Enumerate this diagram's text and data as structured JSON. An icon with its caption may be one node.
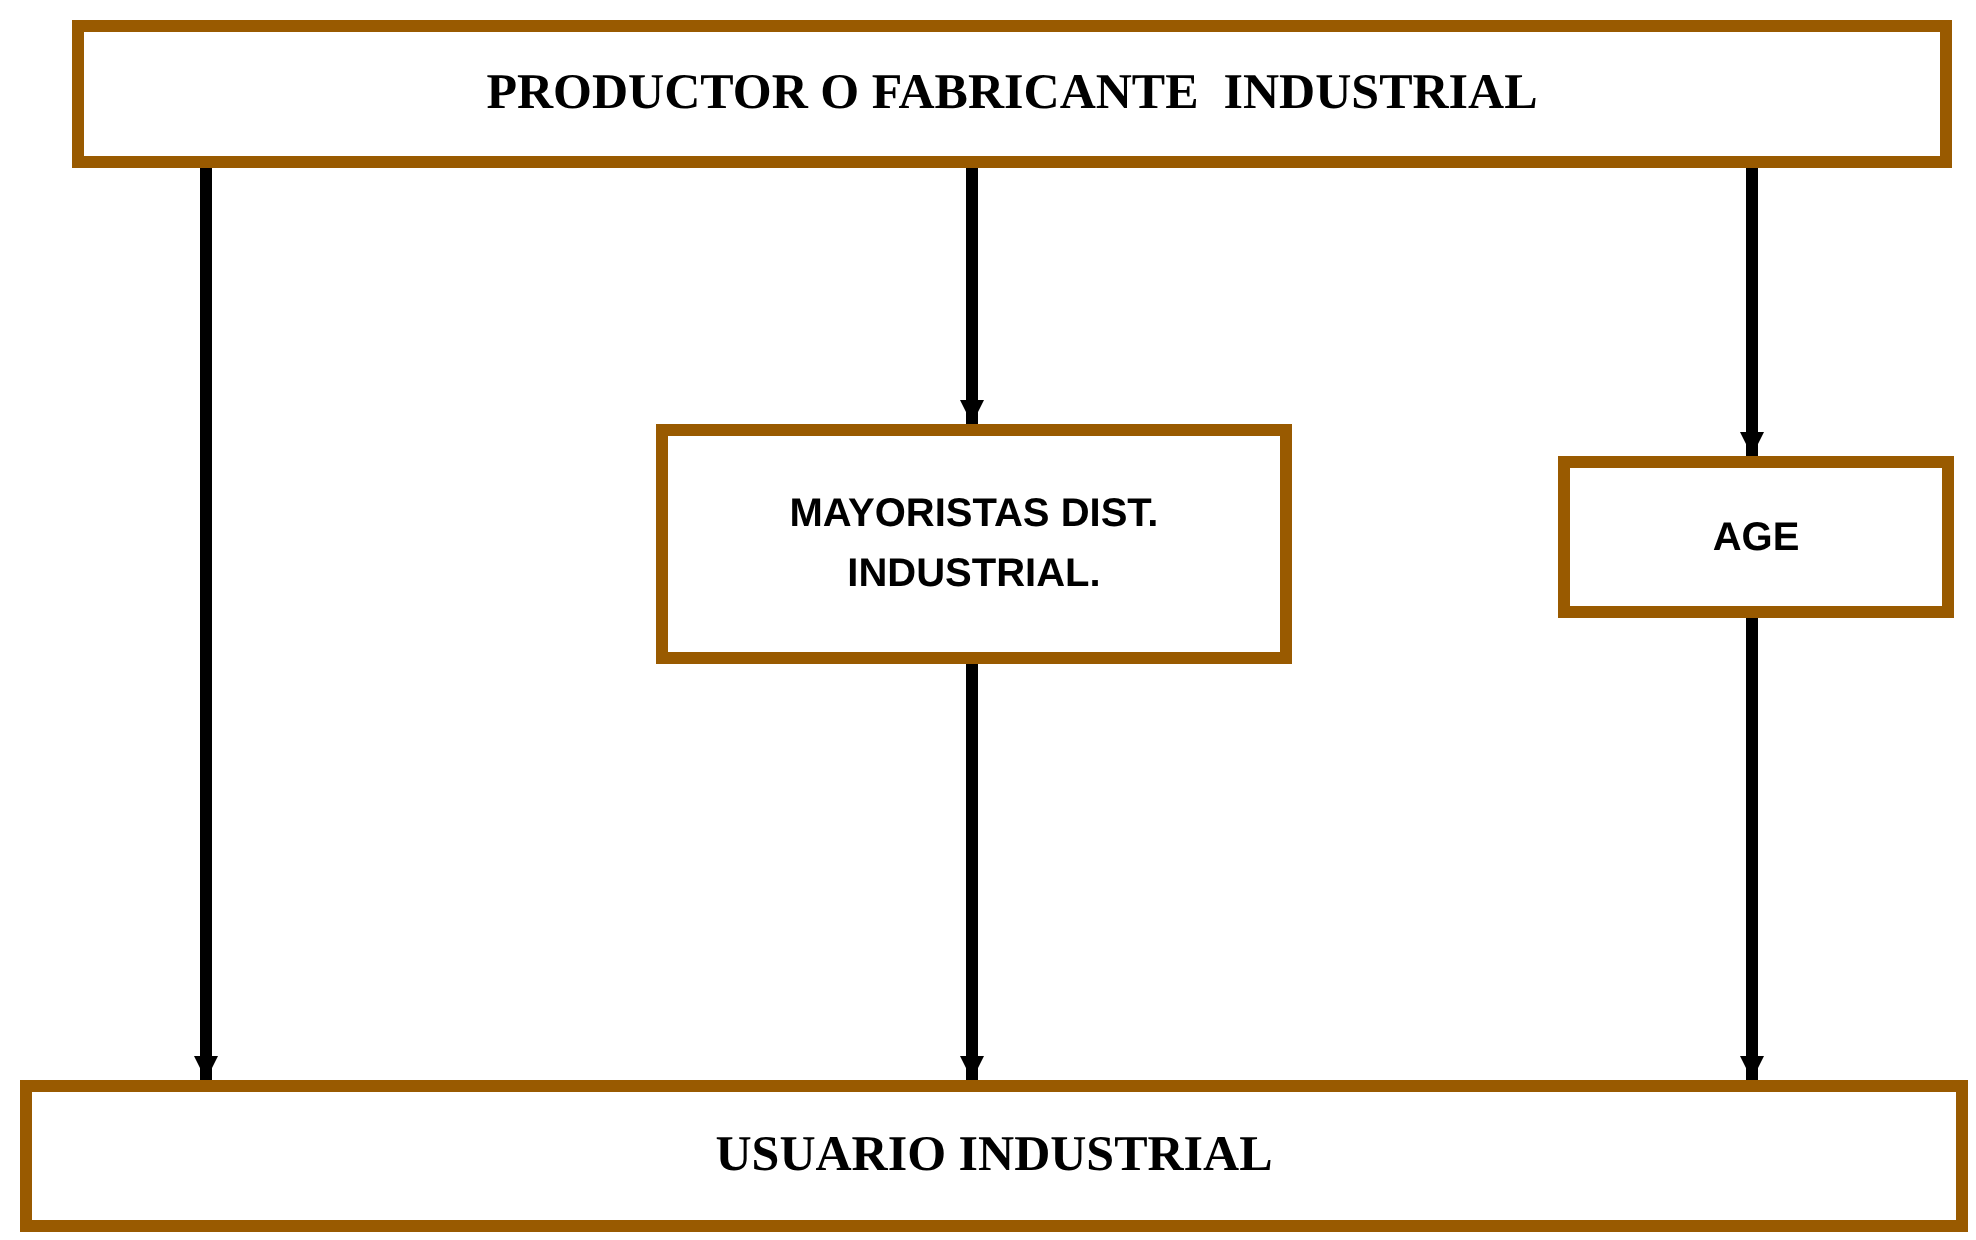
{
  "diagram": {
    "nodes": [
      {
        "text": [
          "PRODUCTOR O FABRICANTE  INDUSTRIAL"
        ]
      },
      {
        "text": [
          "MAYORISTAS DIST. INDUSTRIAL."
        ]
      },
      {
        "text": [
          "AGE"
        ]
      },
      {
        "text": [
          "USUARIO INDUSTRIAL"
        ]
      }
    ],
    "edges": [
      {
        "from": 0,
        "to": 3,
        "arrow": "to"
      },
      {
        "from": 0,
        "to": 1,
        "arrow": "to"
      },
      {
        "from": 1,
        "to": 3,
        "arrow": "to"
      },
      {
        "from": 0,
        "to": 2,
        "arrow": "to"
      },
      {
        "from": 2,
        "to": 3,
        "arrow": "to"
      }
    ]
  }
}
